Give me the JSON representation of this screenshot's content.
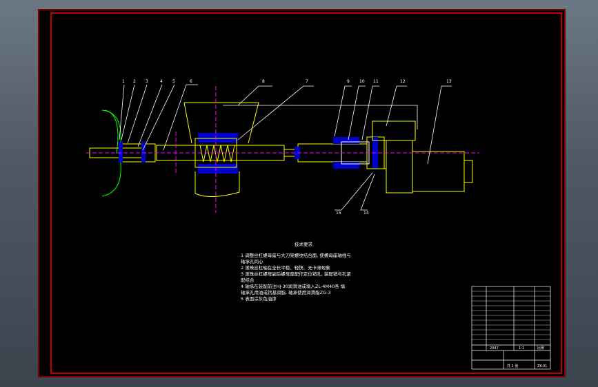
{
  "drawing": {
    "part_labels": [
      "1",
      "2",
      "3",
      "4",
      "5",
      "6",
      "8",
      "7",
      "9",
      "10",
      "11",
      "12",
      "13"
    ],
    "lower_labels": [
      "15",
      "14"
    ]
  },
  "notes": {
    "title": "技术要求",
    "lines": [
      "1 调整丝杠螺母座与大刀架螺纹结合面, 使螺母座轴线与",
      "   轴承孔同心",
      "2 滚珠丝杠轴在全长平稳、轻快、无卡滞现象",
      "3 滚珠丝杠螺母副后螺母座配作定位销孔, 装配销与孔紧",
      "   配结合",
      "4 轴承在装配前注HJ-30润滑油或填入ZL-4M40各  填",
      "   轴承孔用油或钙基润脂, 轴承使用润滑脂ZG-3",
      "5 表面涂灰色油漆"
    ]
  },
  "title_block": {
    "count": "2047",
    "weight": "1:1",
    "scale": "比例",
    "sheet": "共 1 张",
    "drawing_no": "ZK-01"
  },
  "colors": {
    "background": "#000000",
    "frame": "#ff0000",
    "outline": "#ffff00",
    "leader": "#ffffff",
    "body": "#0000ff",
    "spring": "#ffff00",
    "centerline": "#ff00ff",
    "green": "#00ff00"
  }
}
